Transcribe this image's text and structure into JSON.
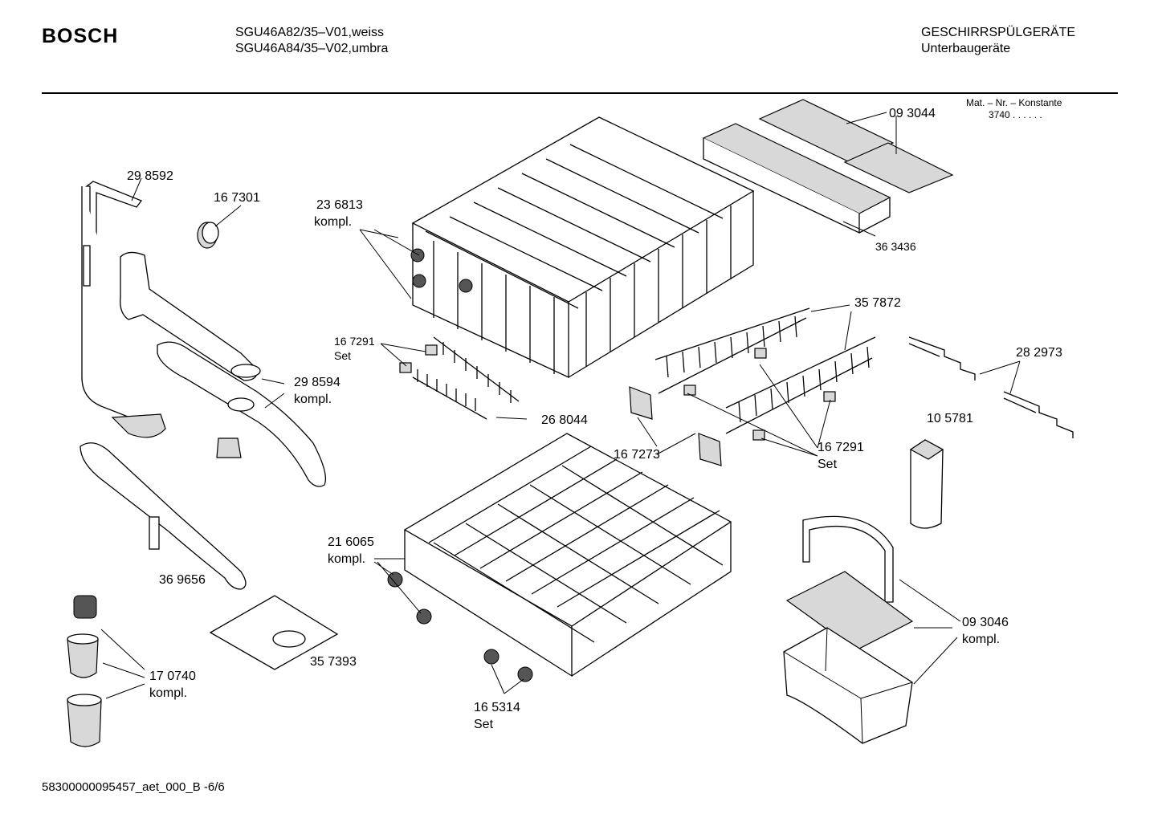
{
  "header": {
    "brand": "BOSCH",
    "model_line_1": "SGU46A82/35–V01,weiss",
    "model_line_2": "SGU46A84/35–V02,umbra",
    "category_line_1": "GESCHIRRSPÜLGERÄTE",
    "category_line_2": "Unterbaugeräte",
    "mat_label": "Mat. – Nr. – Konstante",
    "mat_value": "3740  .  .  .  .  .  ."
  },
  "labels": {
    "p298592": "29 8592",
    "p167301": "16 7301",
    "p236813": "23 6813",
    "p236813_sub": "kompl.",
    "p093044": "09 3044",
    "p363436": "36 3436",
    "p357872": "35 7872",
    "p167291_a": "16 7291",
    "p167291_a_sub": "Set",
    "p268044": "26 8044",
    "p298594": "29 8594",
    "p298594_sub": "kompl.",
    "p282973": "28 2973",
    "p105781": "10 5781",
    "p167273": "16 7273",
    "p167291_b": "16 7291",
    "p167291_b_sub": "Set",
    "p216065": "21 6065",
    "p216065_sub": "kompl.",
    "p369656": "36 9656",
    "p357393": "35 7393",
    "p170740": "17 0740",
    "p170740_sub": "kompl.",
    "p165314": "16 5314",
    "p165314_sub": "Set",
    "p093046": "09 3046",
    "p093046_sub": "kompl."
  },
  "footer": {
    "doc_id": "58300000095457_aet_000_B  -6/6"
  }
}
